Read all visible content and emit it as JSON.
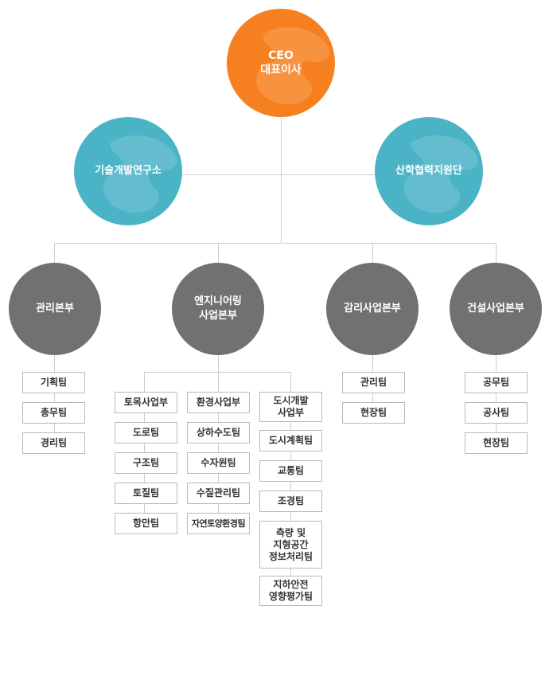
{
  "ceo": {
    "title_en": "CEO",
    "title_ko": "대표이사"
  },
  "lab": "기술개발연구소",
  "cooperation": "산학협력지원단",
  "divisions": {
    "management": {
      "name": "관리본부",
      "teams": [
        "기획팀",
        "총무팀",
        "경리팀"
      ]
    },
    "engineering": {
      "name_line1": "엔지니어링",
      "name_line2": "사업본부",
      "civil": {
        "name": "토목사업부",
        "teams": [
          "도로팀",
          "구조팀",
          "토질팀",
          "항만팀"
        ]
      },
      "environment": {
        "name": "환경사업부",
        "teams": [
          "상하수도팀",
          "수자원팀",
          "수질관리팀",
          "자연토양환경팀"
        ]
      },
      "urban": {
        "name_line1": "도시개발",
        "name_line2": "사업부",
        "teams": [
          "도시계획팀",
          "교통팀",
          "조경팀"
        ],
        "survey": [
          "측량 및",
          "지형공간",
          "정보처리팀"
        ],
        "underground": [
          "지하안전",
          "영향평가팀"
        ]
      }
    },
    "supervision": {
      "name": "감리사업본부",
      "teams": [
        "관리팀",
        "현장팀"
      ]
    },
    "construction": {
      "name": "건설사업본부",
      "teams": [
        "공무팀",
        "공사팀",
        "현장팀"
      ]
    }
  },
  "colors": {
    "ceo": "#f6801f",
    "blue": "#4bb3c6",
    "gray": "#717171",
    "line": "#cccccc",
    "box_border": "#b9b9b9"
  }
}
